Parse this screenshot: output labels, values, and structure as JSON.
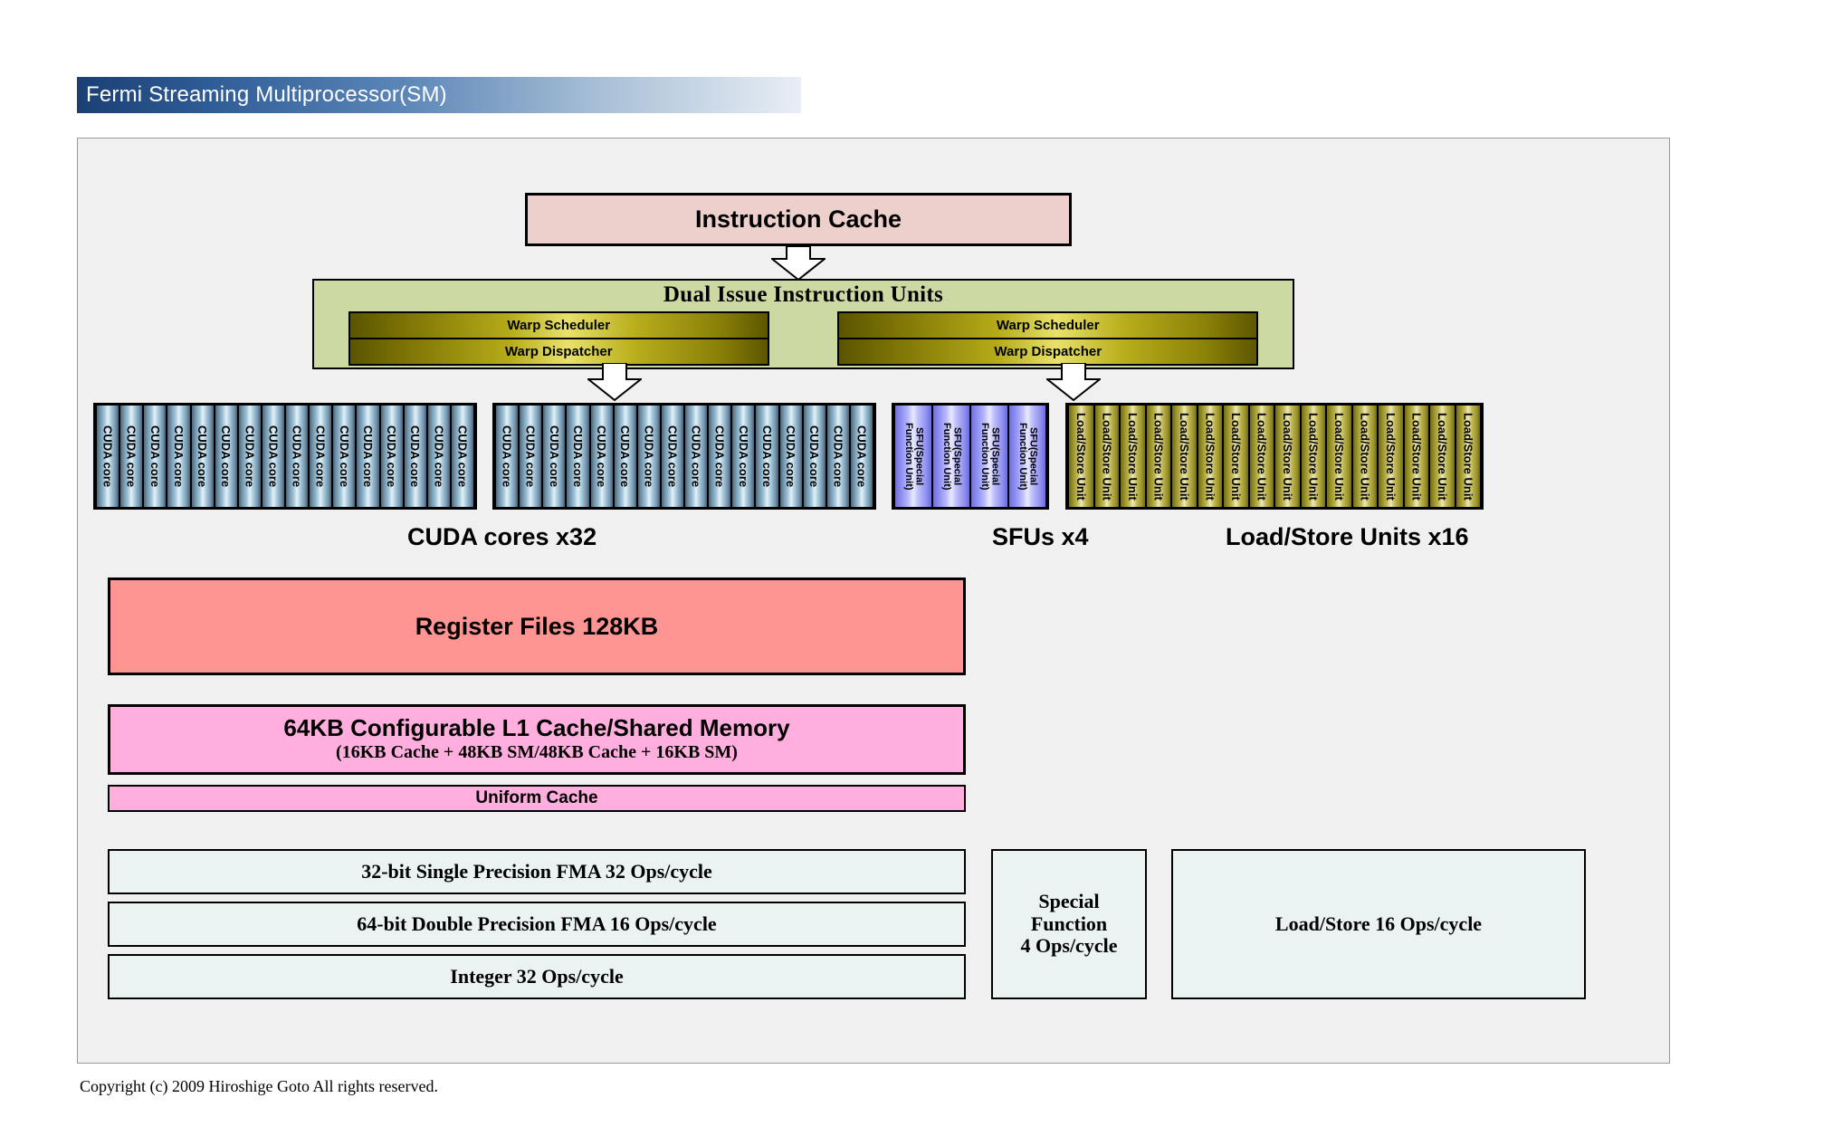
{
  "title": "Fermi Streaming Multiprocessor(SM)",
  "instruction_cache": {
    "label": "Instruction Cache"
  },
  "dual_issue": {
    "title": "Dual Issue Instruction Units",
    "groups": [
      {
        "scheduler": "Warp Scheduler",
        "dispatcher": "Warp Dispatcher"
      },
      {
        "scheduler": "Warp Scheduler",
        "dispatcher": "Warp Dispatcher"
      }
    ]
  },
  "units": {
    "cuda_core_label": "CUDA core",
    "cuda_group_1_count": 16,
    "cuda_group_2_count": 16,
    "sfu_label_line1": "SFU(Special",
    "sfu_label_line2": "Function Unit)",
    "sfu_count": 4,
    "lsu_label": "Load/Store Unit",
    "lsu_count": 16,
    "caption_cuda": "CUDA cores x32",
    "caption_sfu": "SFUs x4",
    "caption_lsu": "Load/Store Units x16"
  },
  "register_files": {
    "label": "Register Files 128KB"
  },
  "l1_cache": {
    "main": "64KB Configurable L1 Cache/Shared Memory",
    "sub": "(16KB Cache + 48KB SM/48KB Cache + 16KB SM)"
  },
  "uniform_cache": {
    "label": "Uniform Cache"
  },
  "throughput": {
    "fma32": "32-bit Single Precision FMA 32 Ops/cycle",
    "fma64": "64-bit Double Precision FMA 16 Ops/cycle",
    "integer": "Integer 32 Ops/cycle",
    "special_function": "Special\nFunction\n4 Ops/cycle",
    "load_store": "Load/Store 16 Ops/cycle"
  },
  "copyright": "Copyright (c) 2009 Hiroshige Goto All rights reserved.",
  "colors": {
    "title_bar_dark": "#1b3f73",
    "instruction_cache": "#edcfcb",
    "dual_issue": "#cdd9a3",
    "register_files": "#ff9592",
    "l1_cache": "#ffaede",
    "ops_box": "#eaf2f2",
    "frame_bg": "#f0f0f0"
  }
}
